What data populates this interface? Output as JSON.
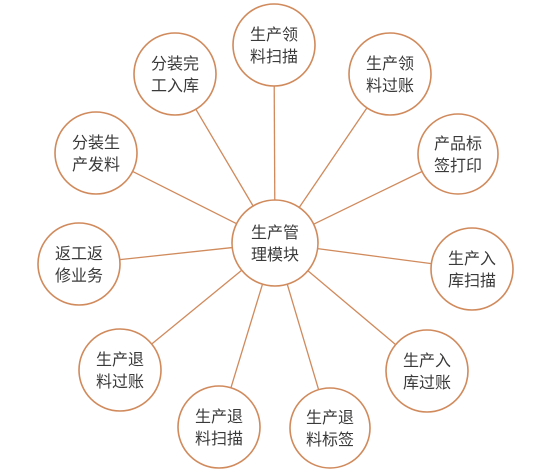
{
  "colors": {
    "stroke": "#d08a5c",
    "fill": "#ffffff",
    "text": "#3a3a3a"
  },
  "center": {
    "lines": [
      "生产管",
      "理模块"
    ]
  },
  "nodes": [
    {
      "id": "production-pick-scan",
      "lines": [
        "生产领",
        "料扫描"
      ]
    },
    {
      "id": "production-pick-post",
      "lines": [
        "生产领",
        "料过账"
      ]
    },
    {
      "id": "product-label-print",
      "lines": [
        "产品标",
        "签打印"
      ]
    },
    {
      "id": "production-inbound-scan",
      "lines": [
        "生产入",
        "库扫描"
      ]
    },
    {
      "id": "production-inbound-post",
      "lines": [
        "生产入",
        "库过账"
      ]
    },
    {
      "id": "production-return-label",
      "lines": [
        "生产退",
        "料标签"
      ]
    },
    {
      "id": "production-return-scan",
      "lines": [
        "生产退",
        "料扫描"
      ]
    },
    {
      "id": "production-return-post",
      "lines": [
        "生产退",
        "料过账"
      ]
    },
    {
      "id": "rework-repair",
      "lines": [
        "返工返",
        "修业务"
      ]
    },
    {
      "id": "subpack-issue",
      "lines": [
        "分装生",
        "产发料"
      ]
    },
    {
      "id": "subpack-inbound",
      "lines": [
        "分装完",
        "工入库"
      ]
    }
  ]
}
